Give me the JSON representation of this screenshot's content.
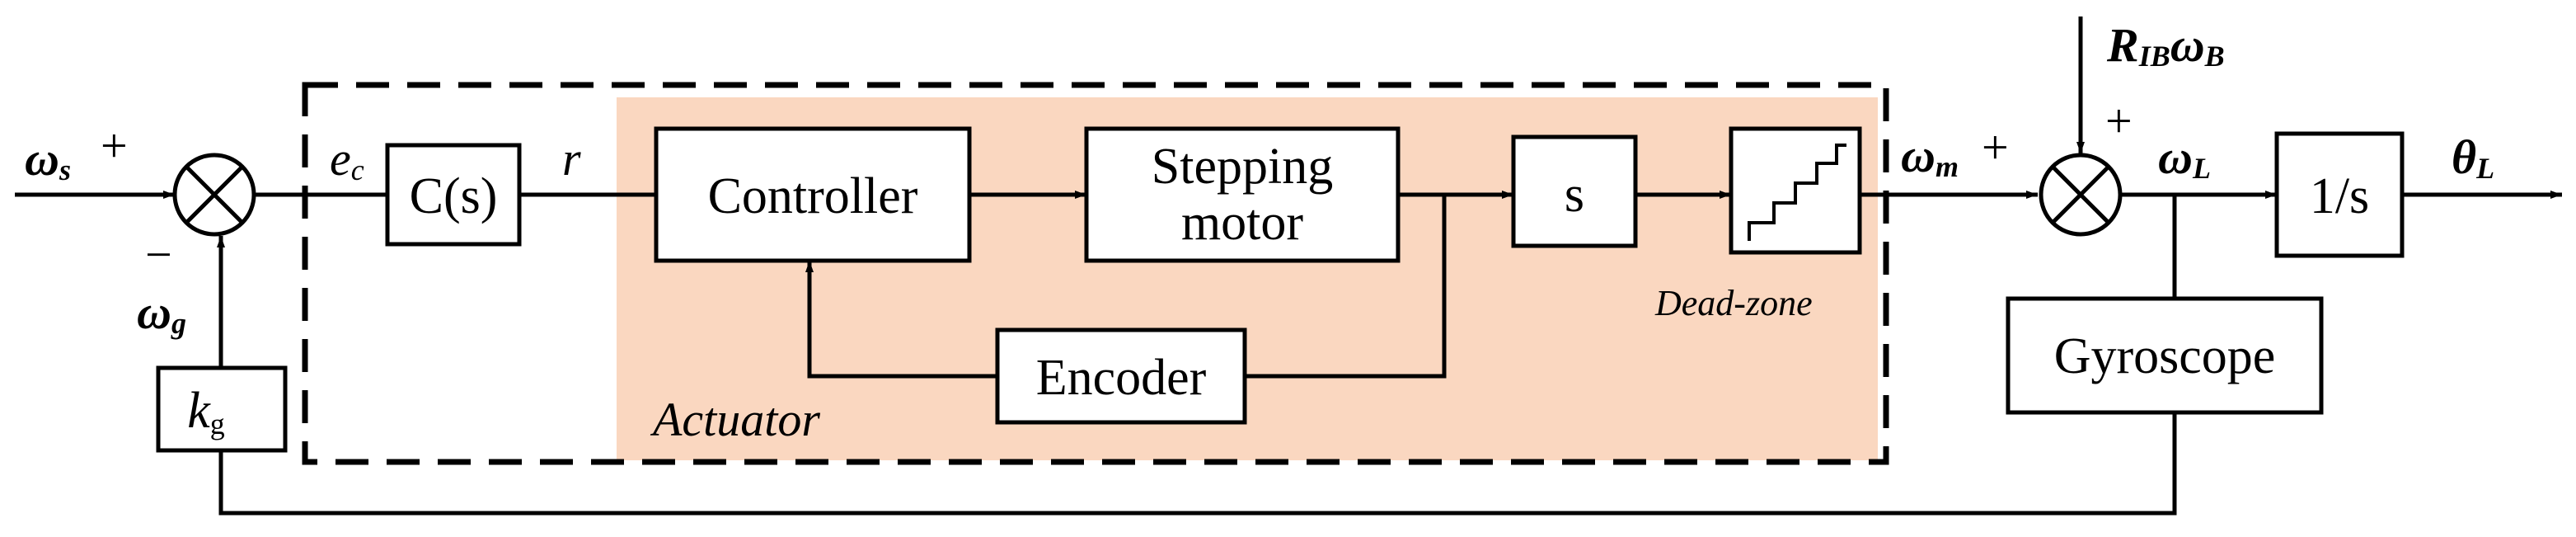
{
  "blocks": {
    "cs": "C(s)",
    "controller": "Controller",
    "motor_line1": "Stepping",
    "motor_line2": "motor",
    "encoder": "Encoder",
    "s": "s",
    "integrator": "1/s",
    "gyroscope": "Gyroscope",
    "kg_main": "k",
    "kg_sub": "g"
  },
  "labels": {
    "ws_main": "ω",
    "ws_sub": "s",
    "plus": "+",
    "minus": "−",
    "wg_main": "ω",
    "wg_sub": "g",
    "ec_main": "e",
    "ec_sub": "c",
    "r": "r",
    "wm_main": "ω",
    "wm_sub": "m",
    "rib_main": "R",
    "rib_sub": "IB",
    "wb_main": "ω",
    "wb_sub": "B",
    "wl_main": "ω",
    "wl_sub": "L",
    "theta_main": "θ",
    "theta_sub": "L",
    "dead_zone": "Dead-zone",
    "actuator": "Actuator"
  },
  "colors": {
    "actuator_fill": "#fad7c0",
    "line": "#000000"
  }
}
